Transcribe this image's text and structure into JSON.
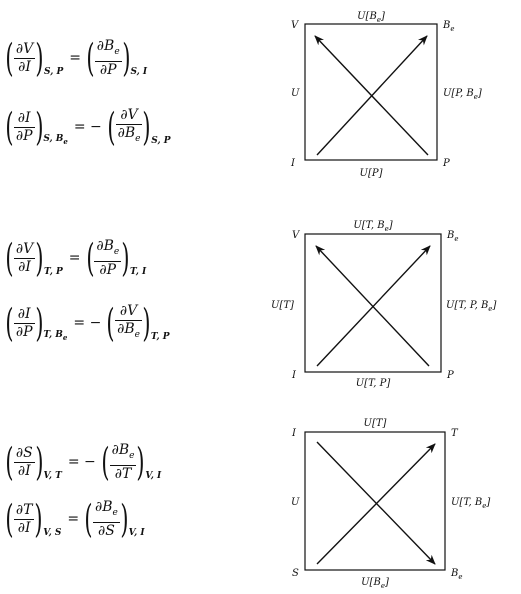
{
  "panels": [
    {
      "equations": [
        {
          "num1": "∂V",
          "den1": "∂I",
          "sub1": "S, P",
          "op": "=",
          "num2": "∂B",
          "num2e": "e",
          "den2": "∂P",
          "den2e": "",
          "sub2": "S, I"
        },
        {
          "num1": "∂I",
          "den1": "∂P",
          "sub1": "S, B",
          "sub1e": "e",
          "op": "= −",
          "num2": "∂V",
          "num2e": "",
          "den2": "∂B",
          "den2e": "e",
          "sub2": "S, P"
        }
      ],
      "diagram": {
        "corner_tl": "V",
        "corner_tr": "B",
        "corner_tr_sub": "e",
        "corner_bl": "I",
        "corner_br": "P",
        "side_top": "U[B",
        "side_top_sub": "e",
        "side_top_end": "]",
        "side_left": "U",
        "side_right": "U[P, B",
        "side_right_sub": "e",
        "side_right_end": "]",
        "side_bottom": "U[P]"
      }
    },
    {
      "equations": [
        {
          "num1": "∂V",
          "den1": "∂I",
          "sub1": "T, P",
          "op": "=",
          "num2": "∂B",
          "num2e": "e",
          "den2": "∂P",
          "den2e": "",
          "sub2": "T, I"
        },
        {
          "num1": "∂I",
          "den1": "∂P",
          "sub1": "T, B",
          "sub1e": "e",
          "op": "= −",
          "num2": "∂V",
          "num2e": "",
          "den2": "∂B",
          "den2e": "e",
          "sub2": "T, P"
        }
      ],
      "diagram": {
        "corner_tl": "V",
        "corner_tr": "B",
        "corner_tr_sub": "e",
        "corner_bl": "I",
        "corner_br": "P",
        "side_top": "U[T, B",
        "side_top_sub": "e",
        "side_top_end": "]",
        "side_left": "U[T]",
        "side_right": "U[T, P, B",
        "side_right_sub": "e",
        "side_right_end": "]",
        "side_bottom": "U[T, P]"
      }
    },
    {
      "equations": [
        {
          "num1": "∂S",
          "den1": "∂I",
          "sub1": "V, T",
          "op": "= −",
          "num2": "∂B",
          "num2e": "e",
          "den2": "∂T",
          "den2e": "",
          "sub2": "V, I"
        },
        {
          "num1": "∂T",
          "den1": "∂I",
          "sub1": "V, S",
          "sub1e": "",
          "op": "=",
          "num2": "∂B",
          "num2e": "e",
          "den2": "∂S",
          "den2e": "",
          "sub2": "V, I"
        }
      ],
      "diagram": {
        "corner_tl": "I",
        "corner_tr": "T",
        "corner_tr_sub": "",
        "corner_bl": "S",
        "corner_br": "B",
        "corner_br_sub": "e",
        "side_top": "U[T]",
        "side_top_sub": "",
        "side_top_end": "",
        "side_left": "U",
        "side_right": "U[T, B",
        "side_right_sub": "e",
        "side_right_end": "]",
        "side_bottom": "U[B",
        "side_bottom_sub": "e",
        "side_bottom_end": "]"
      }
    }
  ]
}
